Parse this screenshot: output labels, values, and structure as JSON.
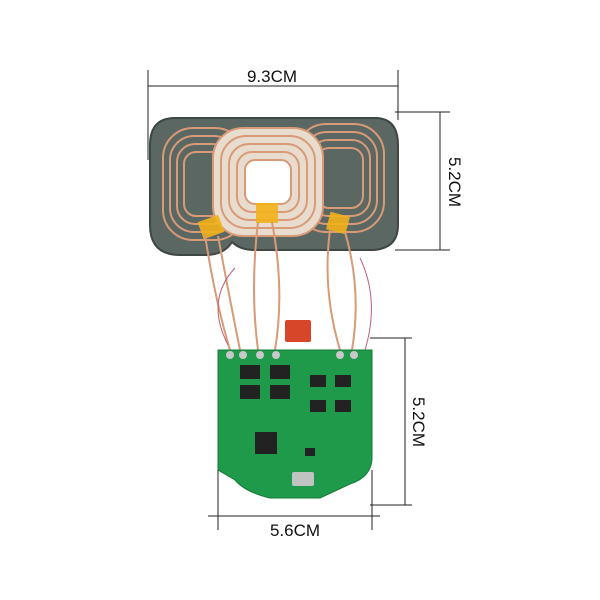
{
  "dimensions": {
    "coil_width": "9.3CM",
    "coil_height": "5.2CM",
    "board_height": "5.2CM",
    "board_width": "5.6CM"
  },
  "colors": {
    "pcb": "#1f9a4a",
    "plate": "#5b6763",
    "copper": "#d99a76",
    "tape": "#f2b21a",
    "capacitor": "#d8462a"
  }
}
